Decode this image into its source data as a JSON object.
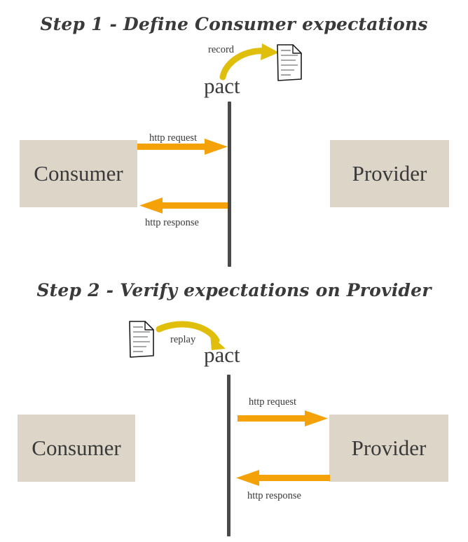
{
  "diagram": {
    "title_step1": "Step 1 - Define Consumer expectations",
    "title_step2": "Step 2 - Verify expectations on Provider",
    "colors": {
      "box_fill": "#dcd5c8",
      "lifeline": "#4a4a4a",
      "http_arrow": "#f5a209",
      "curved_arrow": "#e0be0c",
      "text": "#3a3a3a",
      "background": "#ffffff"
    }
  },
  "step1": {
    "pact_label": "pact",
    "record_label": "record",
    "consumer_label": "Consumer",
    "provider_label": "Provider",
    "request_label": "http request",
    "response_label": "http response",
    "document_icon": "document-icon",
    "record_arrow_icon": "curved-arrow-right-up-icon",
    "request_arrow_icon": "arrow-right-icon",
    "response_arrow_icon": "arrow-left-icon",
    "lifeline_icon": "vertical-lifeline"
  },
  "step2": {
    "pact_label": "pact",
    "replay_label": "replay",
    "consumer_label": "Consumer",
    "provider_label": "Provider",
    "request_label": "http request",
    "response_label": "http response",
    "document_icon": "document-icon",
    "replay_arrow_icon": "curved-arrow-right-down-icon",
    "request_arrow_icon": "arrow-right-icon",
    "response_arrow_icon": "arrow-left-icon",
    "lifeline_icon": "vertical-lifeline"
  }
}
